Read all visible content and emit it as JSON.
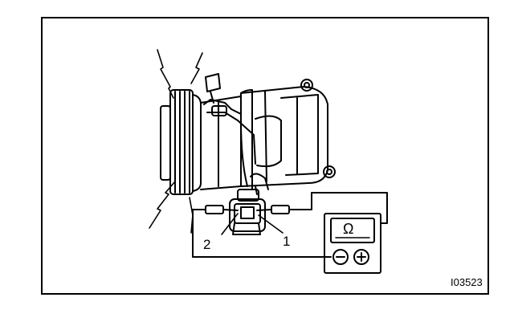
{
  "figure": {
    "id_code": "I03523",
    "pin_labels": [
      "2",
      "1"
    ],
    "meter_symbol": "Ω",
    "meter_terminals": [
      "−",
      "+"
    ],
    "line_color": "#000000",
    "background": "#ffffff"
  }
}
